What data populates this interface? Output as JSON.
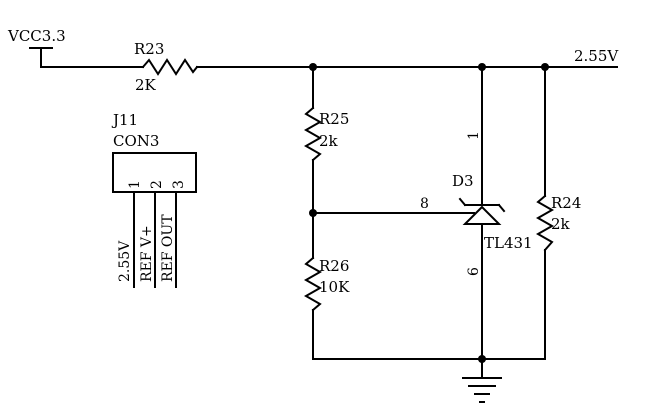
{
  "schematic": {
    "supply_label": "VCC3.3",
    "output_net_label": "2.55V",
    "resistors": {
      "r23": {
        "ref": "R23",
        "value": "2K"
      },
      "r25": {
        "ref": "R25",
        "value": "2k"
      },
      "r26": {
        "ref": "R26",
        "value": "10K"
      },
      "r24": {
        "ref": "R24",
        "value": "2k"
      }
    },
    "regulator": {
      "ref": "D3",
      "part": "TL431",
      "pin_cathode": "1",
      "pin_ref": "8",
      "pin_anode": "6"
    },
    "connector": {
      "ref": "J11",
      "part": "CON3",
      "pin_numbers": [
        "1",
        "2",
        "3"
      ],
      "net_labels": [
        "2.55V",
        "REF V+",
        "REF OUT"
      ]
    }
  }
}
